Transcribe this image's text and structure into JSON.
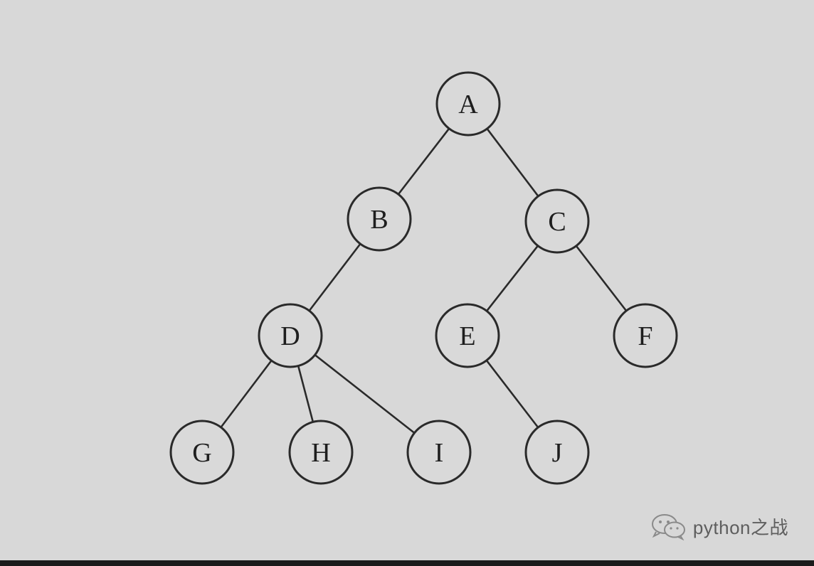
{
  "tree": {
    "nodes": [
      {
        "id": "A",
        "label": "A"
      },
      {
        "id": "B",
        "label": "B"
      },
      {
        "id": "C",
        "label": "C"
      },
      {
        "id": "D",
        "label": "D"
      },
      {
        "id": "E",
        "label": "E"
      },
      {
        "id": "F",
        "label": "F"
      },
      {
        "id": "G",
        "label": "G"
      },
      {
        "id": "H",
        "label": "H"
      },
      {
        "id": "I",
        "label": "I"
      },
      {
        "id": "J",
        "label": "J"
      }
    ],
    "edges": [
      {
        "from": "A",
        "to": "B"
      },
      {
        "from": "A",
        "to": "C"
      },
      {
        "from": "B",
        "to": "D"
      },
      {
        "from": "C",
        "to": "E"
      },
      {
        "from": "C",
        "to": "F"
      },
      {
        "from": "D",
        "to": "G"
      },
      {
        "from": "D",
        "to": "H"
      },
      {
        "from": "D",
        "to": "I"
      },
      {
        "from": "E",
        "to": "J"
      }
    ]
  },
  "watermark": {
    "text": "python之战",
    "icon": "wechat-icon"
  },
  "colors": {
    "background": "#d8d8d8",
    "stroke": "#2a2a2a",
    "text": "#1e1e1e"
  }
}
